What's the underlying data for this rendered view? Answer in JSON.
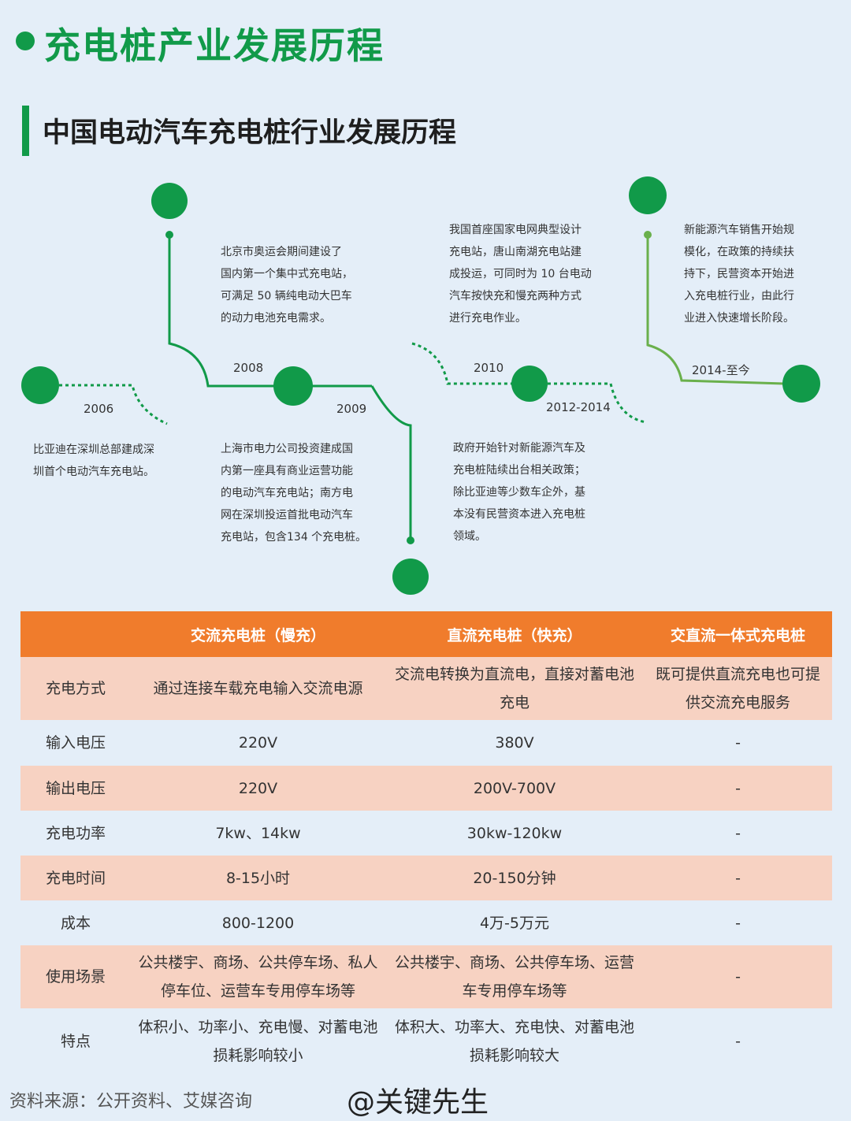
{
  "title": "充电桩产业发展历程",
  "subtitle": "中国电动汽车充电桩行业发展历程",
  "timeline": {
    "y2006": {
      "year": "2006",
      "lines": [
        "比亚迪在深圳总部建成深",
        "圳首个电动汽车充电站。"
      ]
    },
    "y2008": {
      "year": "2008",
      "lines": [
        "北京市奥运会期间建设了",
        "国内第一个集中式充电站，",
        "可满足 50 辆纯电动大巴车",
        "的动力电池充电需求。"
      ]
    },
    "y2009": {
      "year": "2009",
      "lines": [
        "上海市电力公司投资建成国",
        "内第一座具有商业运营功能",
        "的电动汽车充电站；南方电",
        "网在深圳投运首批电动汽车",
        "充电站，包含134 个充电桩。"
      ]
    },
    "y2010": {
      "year": "2010",
      "lines": [
        "我国首座国家电网典型设计",
        "充电站，唐山南湖充电站建",
        "成投运，可同时为 10 台电动",
        "汽车按快充和慢充两种方式",
        "进行充电作业。"
      ]
    },
    "y2012": {
      "year": "2012-2014",
      "lines": [
        "政府开始针对新能源汽车及",
        "充电桩陆续出台相关政策；",
        "除比亚迪等少数车企外，基",
        "本没有民营资本进入充电桩",
        "领域。"
      ]
    },
    "y2014": {
      "year": "2014-至今",
      "lines": [
        "新能源汽车销售开始规",
        "模化，在政策的持续扶",
        "持下，民营资本开始进",
        "入充电桩行业，由此行",
        "业进入快速增长阶段。"
      ]
    }
  },
  "table": {
    "headers": [
      "",
      "交流充电桩（慢充）",
      "直流充电桩（快充）",
      "交直流一体式充电桩"
    ],
    "rows": [
      [
        "充电方式",
        "通过连接车载充电输入交流电源",
        "交流电转换为直流电，直接对蓄电池充电",
        "既可提供直流充电也可提供交流充电服务"
      ],
      [
        "输入电压",
        "220V",
        "380V",
        "-"
      ],
      [
        "输出电压",
        "220V",
        "200V-700V",
        "-"
      ],
      [
        "充电功率",
        "7kw、14kw",
        "30kw-120kw",
        "-"
      ],
      [
        "充电时间",
        "8-15小时",
        "20-150分钟",
        "-"
      ],
      [
        "成本",
        "800-1200",
        "4万-5万元",
        "-"
      ],
      [
        "使用场景",
        "公共楼宇、商场、公共停车场、私人停车位、运营车专用停车场等",
        "公共楼宇、商场、公共停车场、运营车专用停车场等",
        "-"
      ],
      [
        "特点",
        "体积小、功率小、充电慢、对蓄电池损耗影响较小",
        "体积大、功率大、充电快、对蓄电池损耗影响较大",
        "-"
      ]
    ]
  },
  "footer": {
    "source": "资料来源：公开资料、艾媒咨询",
    "handle": "@关键先生"
  },
  "colors": {
    "green": "#119a49",
    "light_green": "#6ab04c",
    "orange": "#f07c2c",
    "pink": "#f7d2c2",
    "bg": "#e4eef8"
  }
}
